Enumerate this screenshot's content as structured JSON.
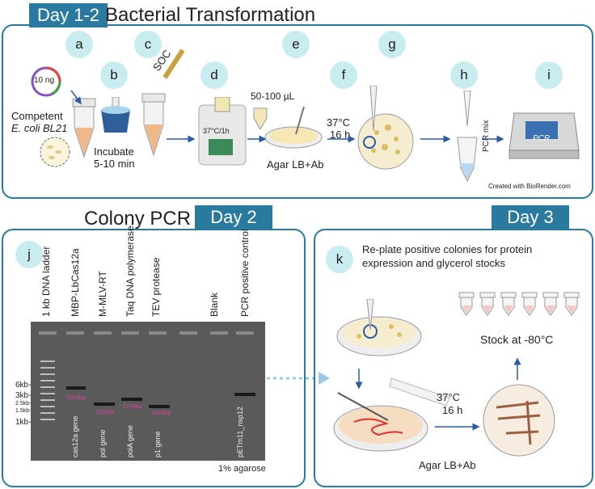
{
  "day12": {
    "badge": "Day 1-2",
    "title": "Bacterial Transformation"
  },
  "colony": {
    "title": "Colony PCR",
    "badge": "Day 2"
  },
  "day3": {
    "badge": "Day 3"
  },
  "steps": [
    "a",
    "b",
    "c",
    "d",
    "e",
    "f",
    "g",
    "h",
    "i",
    "j",
    "k"
  ],
  "labels": {
    "dna_amount": "10 ng",
    "competent": "Competent",
    "strain": "E. coli BL21",
    "incubate": "Incubate",
    "incubate_time": "5-10 min",
    "soc": "SOC",
    "shaker": "37°C/1h",
    "volume": "50-100 µL",
    "agar_top": "Agar LB+Ab",
    "temp": "37°C",
    "time": "16 h",
    "pcr_mix": "PCR mix",
    "pcr_machine": "PCR",
    "credit": "Created with BioRender.com",
    "agarose": "1% agarose",
    "replate": "Re-plate positive colonies for protein expression and glycerol stocks",
    "stock": "Stock at -80°C",
    "temp2": "37°C",
    "time2": "16 h",
    "agar_bottom": "Agar LB+Ab"
  },
  "lanes": [
    "1 kb DNA ladder",
    "MBP-LbCas12a",
    "M-MLV-RT",
    "Taq DNA polymerase",
    "TEV protease",
    "Blank",
    "PCR positive control"
  ],
  "genes": [
    "cas12a gene",
    "pol gene",
    "polA gene",
    "p1 gene",
    "pETm11_nsp12"
  ],
  "band_sizes": [
    "5200bp",
    "2255bp",
    "2775bp",
    "2079bp"
  ],
  "ladder_marks": [
    "6kb-",
    "3kb-",
    "2.5kb-",
    "1.5kb-",
    "1kb-"
  ],
  "colors": {
    "accent": "#2a7aa0",
    "circle": "#c8ecef",
    "band_label": "#e040a0"
  }
}
